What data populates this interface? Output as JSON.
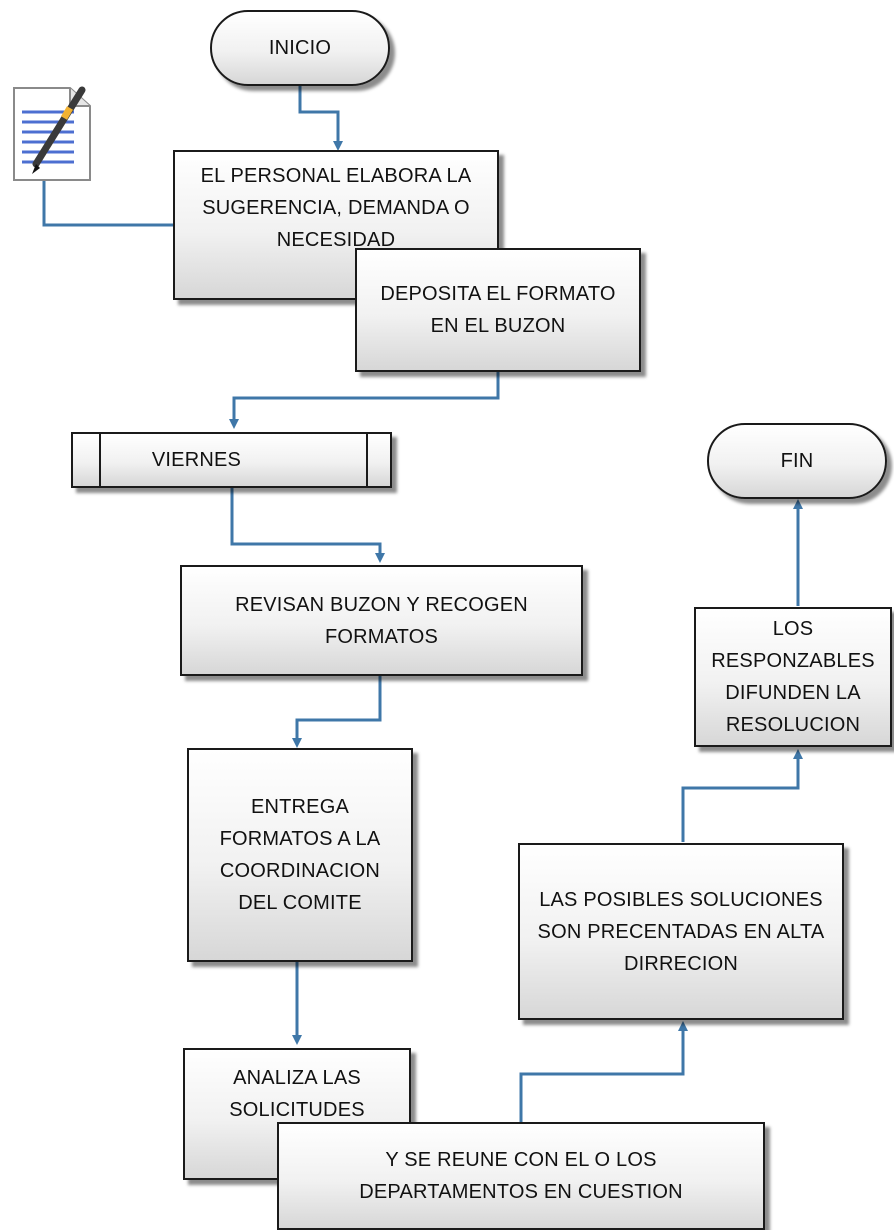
{
  "diagram": {
    "nodes": {
      "inicio": "INICIO",
      "elabora": "EL PERSONAL ELABORA LA\nSUGERENCIA, DEMANDA O\nNECESIDAD",
      "deposita": "DEPOSITA EL FORMATO\nEN EL BUZON",
      "viernes": "VIERNES",
      "revisan": "REVISAN BUZON Y RECOGEN\nFORMATOS",
      "entrega": "ENTREGA\nFORMATOS A LA\nCOORDINACION\nDEL COMITE",
      "analiza": "ANALIZA LAS\nSOLICITUDES",
      "reune": "Y SE REUNE CON EL O LOS\nDEPARTAMENTOS EN CUESTION",
      "soluciones": "LAS POSIBLES SOLUCIONES\nSON PRECENTADAS EN ALTA\nDIRRECION",
      "difunden": "LOS\nRESPONZABLES\nDIFUNDEN LA\nRESOLUCION",
      "fin": "FIN"
    },
    "colors": {
      "connector": "#3f77a8",
      "border": "#1a1a1a",
      "fill_top": "#ffffff",
      "fill_bottom": "#d7d7d7"
    },
    "icon": "document-pen-icon"
  }
}
